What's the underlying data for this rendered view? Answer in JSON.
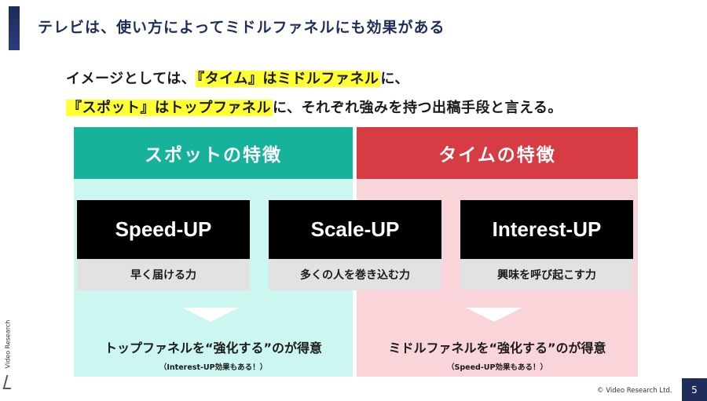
{
  "slide": {
    "title": "テレビは、使い方によってミドルファネルにも効果がある",
    "page_number": "5",
    "copyright": "© Video Research Ltd.",
    "brand_vertical": "Video Research"
  },
  "intro": {
    "line1": {
      "pre": "イメージとしては、",
      "highlight": "『タイム』はミドルファネル",
      "post": "に、"
    },
    "line2": {
      "pre": "",
      "highlight": "『スポット』はトップファネル",
      "post": "に、それぞれ強みを持つ出稿手段と言える。"
    }
  },
  "panels": {
    "spot": {
      "header": "スポットの特徴",
      "summary": "トップファネルを“強化する”のが得意",
      "sub": "（Interest-UP効果もある！）",
      "color": "#16b29c",
      "bg": "#ccf7f1"
    },
    "time": {
      "header": "タイムの特徴",
      "summary": "ミドルファネルを“強化する”のが得意",
      "sub": "（Speed-UP効果もある！）",
      "color": "#d73b43",
      "bg": "#f9d5d9"
    }
  },
  "features": [
    {
      "name": "Speed-UP",
      "desc": "早く届ける力"
    },
    {
      "name": "Scale-UP",
      "desc": "多くの人を巻き込む力"
    },
    {
      "name": "Interest-UP",
      "desc": "興味を呼び起こす力"
    }
  ],
  "colors": {
    "accent_navy": "#1e2d5a",
    "highlight": "#ffff33"
  }
}
